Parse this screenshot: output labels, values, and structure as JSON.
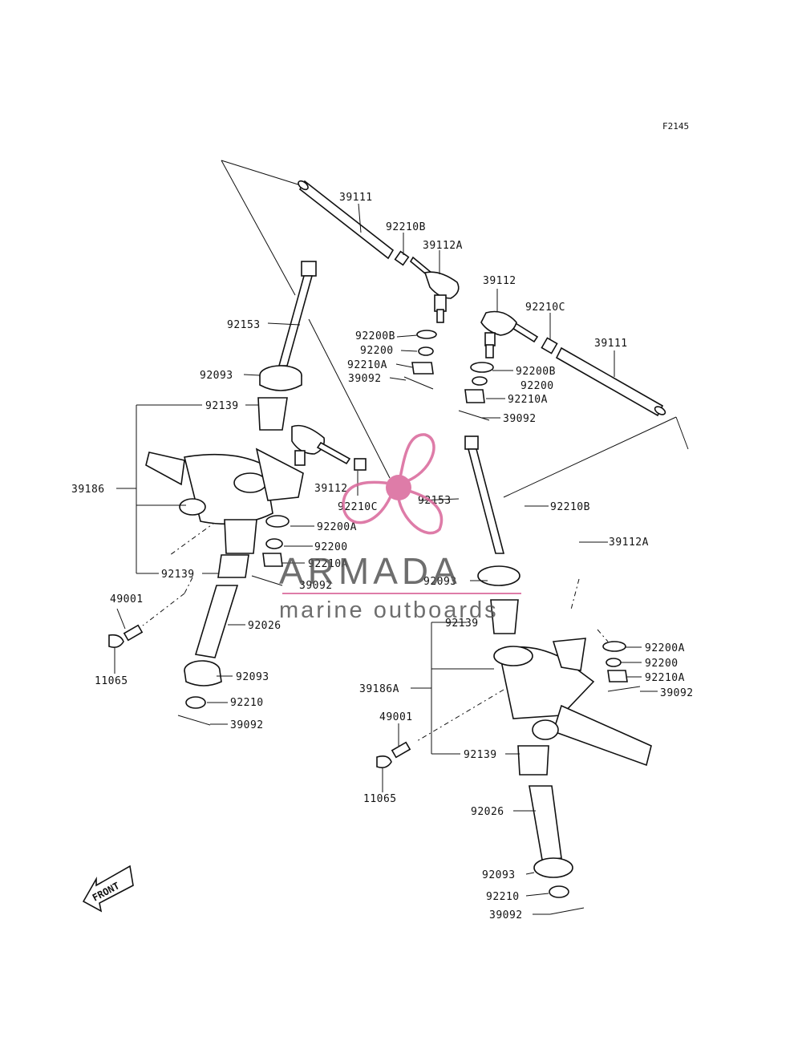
{
  "figure_code": "F2145",
  "front_label": "FRONT",
  "watermark": {
    "brand": "ARMADA",
    "tagline": "marine outboards",
    "accent_color": "#d9669a",
    "text_color": "#555555"
  },
  "labels": {
    "l01": "39111",
    "l02": "92210B",
    "l03": "39112A",
    "l04": "39112",
    "l05": "92210C",
    "l06": "39111",
    "l07": "92153",
    "l08": "92200B",
    "l09": "92200",
    "l10": "92210A",
    "l11": "39092",
    "l12": "92093",
    "l13": "92200B",
    "l14": "92200",
    "l15": "92210A",
    "l16": "39092",
    "l17": "92139",
    "l18": "39186",
    "l19": "39112",
    "l20": "92210C",
    "l21": "92153",
    "l22": "92210B",
    "l23": "92200A",
    "l24": "92200",
    "l25": "92210A",
    "l26": "39112A",
    "l27": "92093",
    "l28": "92139",
    "l29": "39092",
    "l30": "49001",
    "l31": "92026",
    "l32": "11065",
    "l33": "92093",
    "l34": "92210",
    "l35": "39092",
    "l36": "92139",
    "l37": "92200A",
    "l38": "92200",
    "l39": "92210A",
    "l40": "39186A",
    "l41": "39092",
    "l42": "49001",
    "l43": "92139",
    "l44": "11065",
    "l45": "92026",
    "l46": "92093",
    "l47": "92210",
    "l48": "39092"
  }
}
